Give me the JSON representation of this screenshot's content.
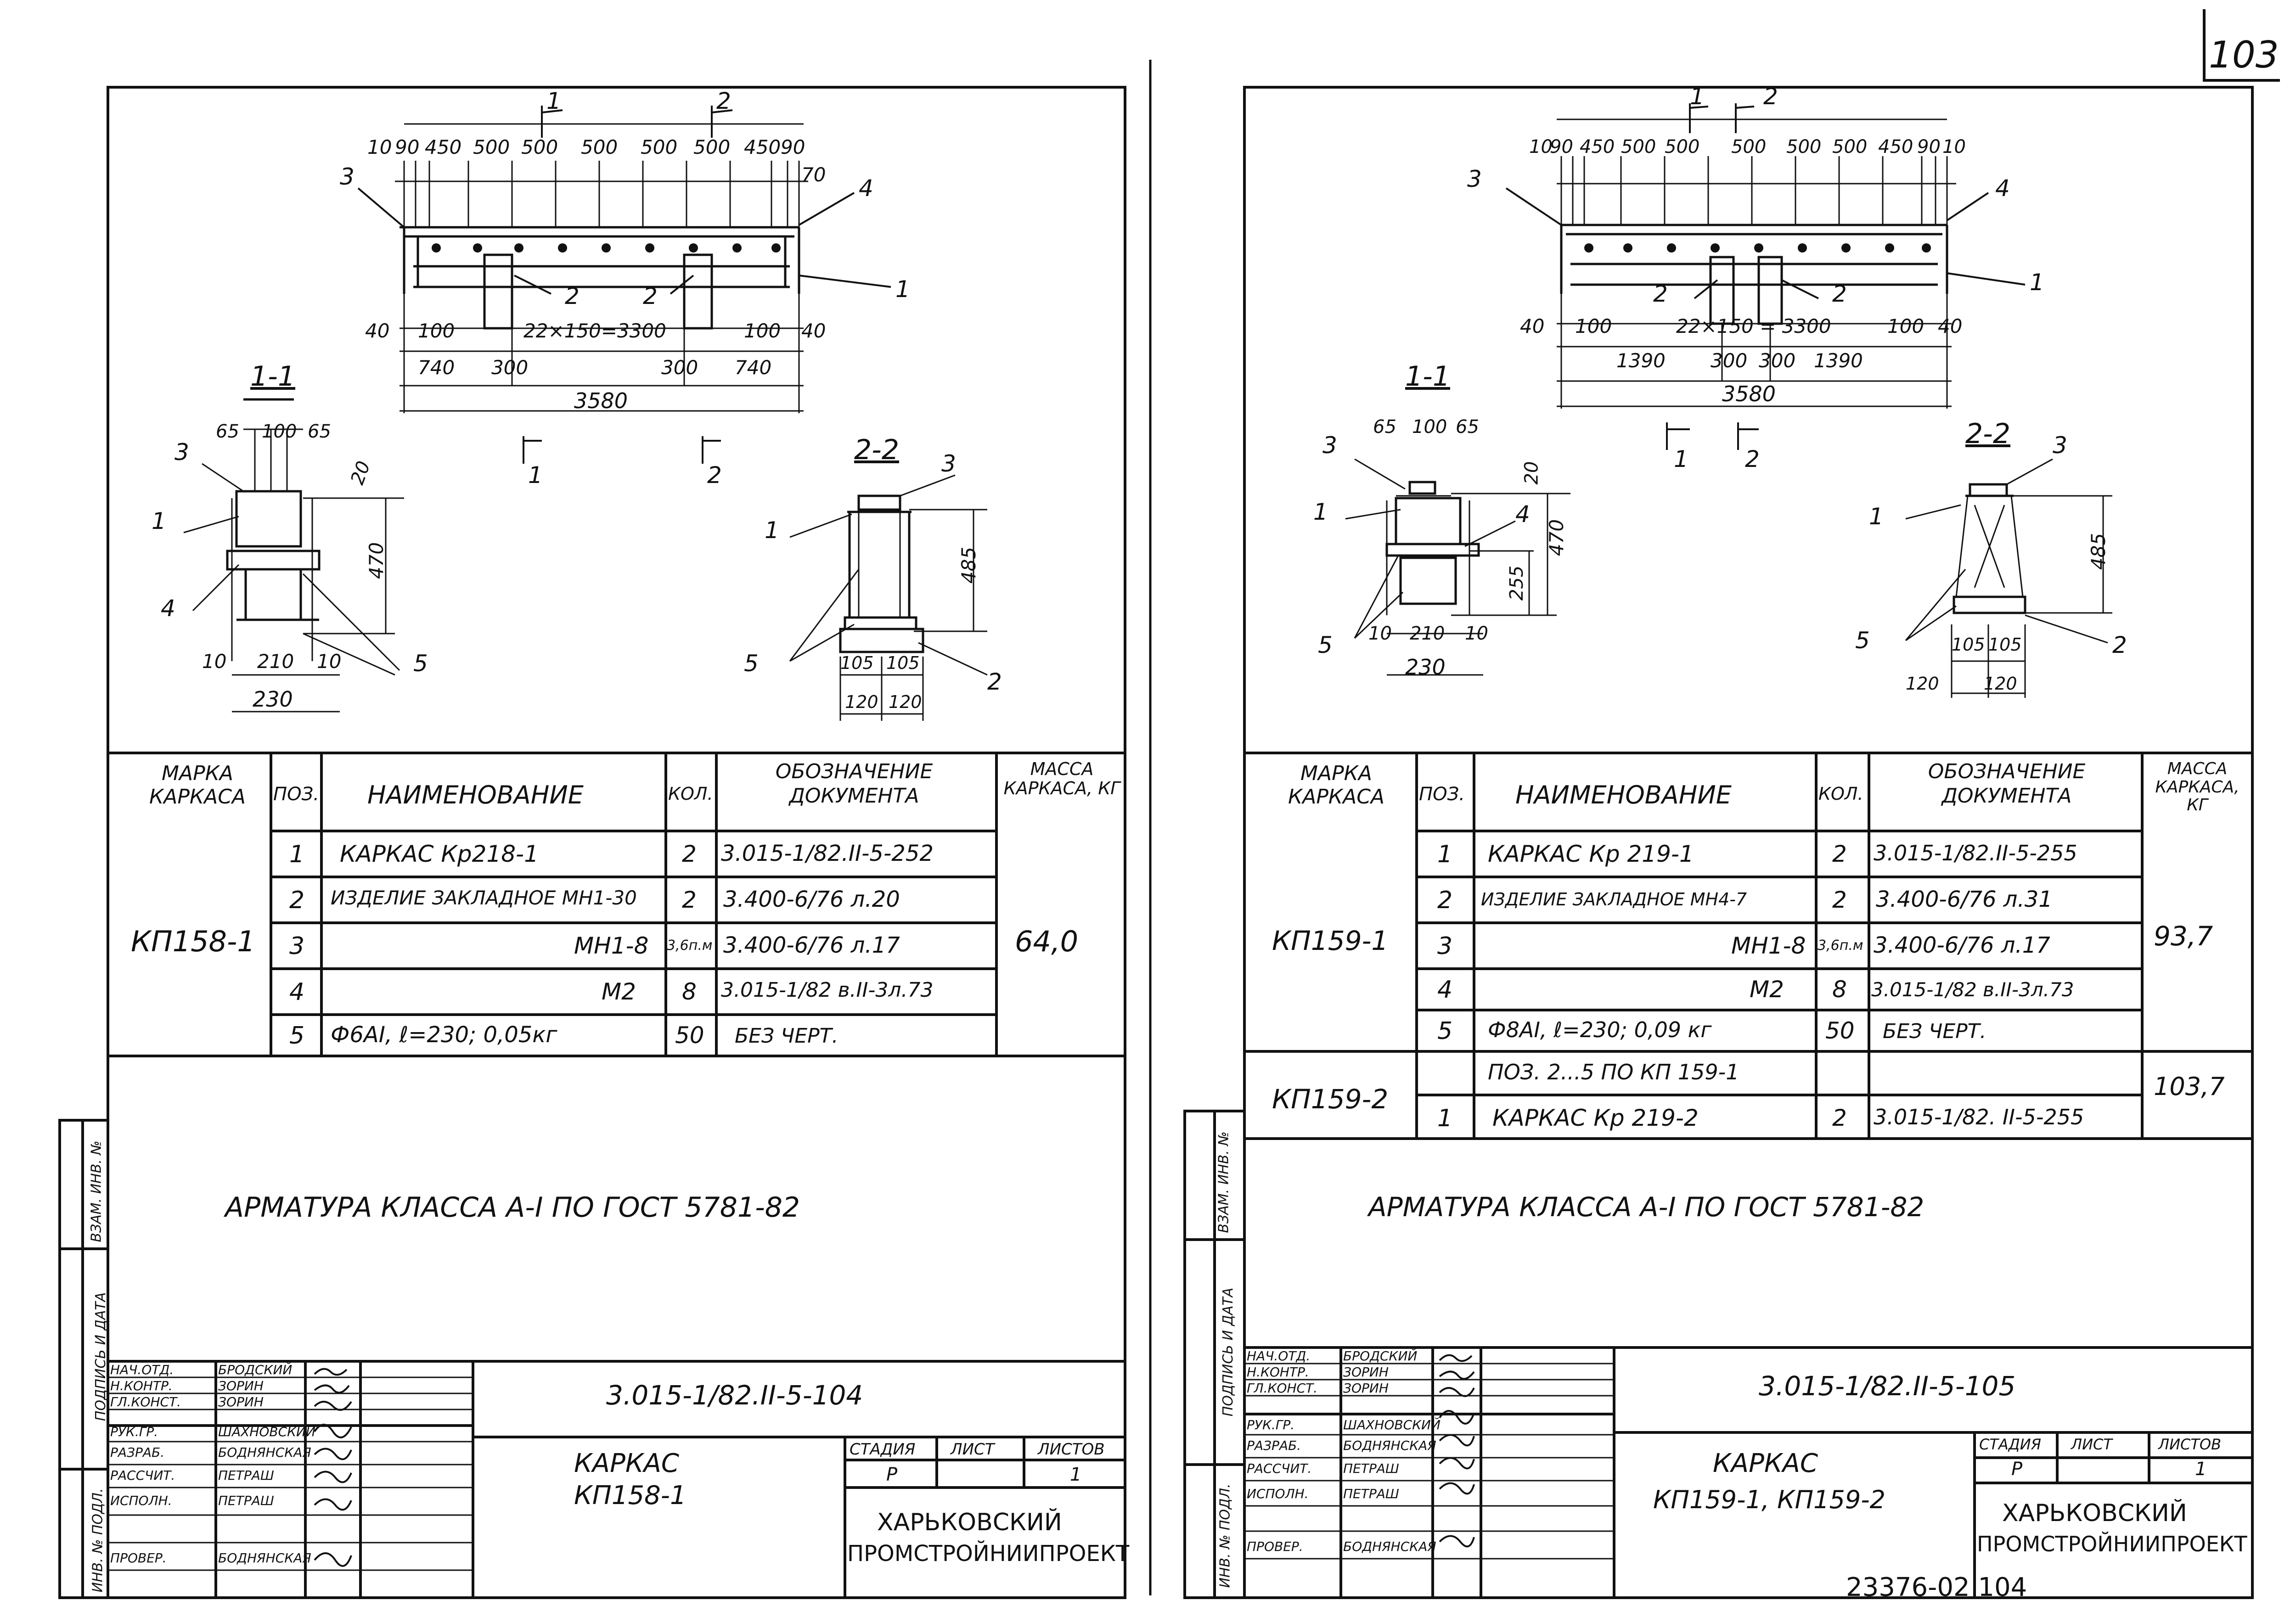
{
  "page_number": "103",
  "footer_code": "23376-02 104",
  "sheets": [
    {
      "id": "left",
      "dims": {
        "top": [
          "10",
          "90",
          "450",
          "500",
          "500",
          "500",
          "500",
          "500",
          "450",
          "90"
        ],
        "top_right": "70",
        "bottom": [
          "40",
          "100",
          "22×150=3300",
          "100",
          "40"
        ],
        "bottom2": [
          "740",
          "300",
          "300",
          "740"
        ],
        "total": "3580",
        "cut1": "1",
        "cut2": "2",
        "callouts": [
          "3",
          "4",
          "1",
          "2",
          "2"
        ]
      },
      "section11": {
        "title": "1-1",
        "dims": [
          "65",
          "100",
          "65",
          "20",
          "470",
          "10",
          "210",
          "10",
          "230"
        ],
        "callouts": [
          "3",
          "1",
          "4",
          "5"
        ]
      },
      "section22": {
        "title": "2-2",
        "dims": [
          "485",
          "105",
          "105",
          "120",
          "120"
        ],
        "callouts": [
          "3",
          "1",
          "5",
          "2"
        ]
      },
      "table": {
        "head": {
          "marka": "МАРКА КАРКАСА",
          "poz": "ПОЗ.",
          "name": "НАИМЕНОВАНИЕ",
          "kol": "КОЛ.",
          "doc": "ОБОЗНАЧЕНИЕ ДОКУМЕНТА",
          "mass": "МАССА КАРКАСА, КГ"
        },
        "marka": "КП158-1",
        "mass": "64,0",
        "rows": [
          {
            "poz": "1",
            "name": "КАРКАС Кр218-1",
            "kol": "2",
            "doc": "3.015-1/82.II-5-252"
          },
          {
            "poz": "2",
            "name": "ИЗДЕЛИЕ ЗАКЛАДНОЕ МН1-30",
            "kol": "2",
            "doc": "3.400-6/76  л.20"
          },
          {
            "poz": "3",
            "name": "МН1-8",
            "kol": "3,6п.м",
            "doc": "3.400-6/76  л.17"
          },
          {
            "poz": "4",
            "name": "М2",
            "kol": "8",
            "doc": "3.015-1/82 в.II-3л.73"
          },
          {
            "poz": "5",
            "name": "Ф6АI, ℓ=230; 0,05кг",
            "kol": "50",
            "doc": "БЕЗ ЧЕРТ."
          }
        ]
      },
      "note": "АРМАТУРА КЛАССА А-I ПО ГОСТ 5781-82",
      "side_stamp": [
        "ИНВ. № ПОДЛ.",
        "ПОДПИСЬ И ДАТА",
        "ВЗАМ. ИНВ. №"
      ],
      "title_block": {
        "code": "3.015-1/82.II-5-104",
        "title": [
          "КАРКАС",
          "КП158-1"
        ],
        "roles": [
          "НАЧ.ОТД.",
          "Н.КОНТР.",
          "ГЛ.КОНСТ.",
          "РУК.ГР.",
          "РАЗРАБ.",
          "РАССЧИТ.",
          "ИСПОЛН.",
          "ПРОВЕР."
        ],
        "names": [
          "БРОДСКИЙ",
          "ЗОРИН",
          "ЗОРИН",
          "ШАХНОВСКИЙ",
          "БОДНЯНСКАЯ",
          "ПЕТРАШ",
          "ПЕТРАШ",
          "БОДНЯНСКАЯ"
        ],
        "stage_head": [
          "СТАДИЯ",
          "ЛИСТ",
          "ЛИСТОВ"
        ],
        "stage_vals": [
          "Р",
          "",
          "1"
        ],
        "org": [
          "ХАРЬКОВСКИЙ",
          "ПРОМСТРОЙНИИПРОЕКТ"
        ]
      }
    },
    {
      "id": "right",
      "dims": {
        "top": [
          "10",
          "90",
          "450",
          "500",
          "500",
          "500",
          "500",
          "500",
          "450",
          "90",
          "10"
        ],
        "cut1": "1",
        "cut2": "2",
        "bottom": [
          "40",
          "100",
          "22×150 = 3300",
          "100",
          "40"
        ],
        "bottom2": [
          "1390",
          "300",
          "300",
          "1390"
        ],
        "total": "3580",
        "callouts": [
          "3",
          "4",
          "1",
          "2",
          "2"
        ]
      },
      "section11": {
        "title": "1-1",
        "dims": [
          "65",
          "100",
          "65",
          "20",
          "470",
          "255",
          "10",
          "210",
          "10",
          "230"
        ],
        "callouts": [
          "3",
          "1",
          "4",
          "5"
        ]
      },
      "section22": {
        "title": "2-2",
        "dims": [
          "485",
          "105",
          "105",
          "120",
          "120"
        ],
        "callouts": [
          "3",
          "1",
          "5",
          "2"
        ]
      },
      "table": {
        "head": {
          "marka": "МАРКА КАРКАСА",
          "poz": "ПОЗ.",
          "name": "НАИМЕНОВАНИЕ",
          "kol": "КОЛ.",
          "doc": "ОБОЗНАЧЕНИЕ ДОКУМЕНТА",
          "mass": "МАССА КАРКАСА, КГ"
        },
        "marka1": "КП159-1",
        "mass1": "93,7",
        "rows": [
          {
            "poz": "1",
            "name": "КАРКАС  Кр 219-1",
            "kol": "2",
            "doc": "3.015-1/82.II-5-255"
          },
          {
            "poz": "2",
            "name": "ИЗДЕЛИЕ ЗАКЛАДНОЕ МН4-7",
            "kol": "2",
            "doc": "3.400-6/76  л.31"
          },
          {
            "poz": "3",
            "name": "МН1-8",
            "kol": "3,6п.м",
            "doc": "3.400-6/76  л.17"
          },
          {
            "poz": "4",
            "name": "М2",
            "kol": "8",
            "doc": "3.015-1/82 в.II-3л.73"
          },
          {
            "poz": "5",
            "name": "Ф8АI, ℓ=230; 0,09 кг",
            "kol": "50",
            "doc": "БЕЗ ЧЕРТ."
          }
        ],
        "marka2": "КП159-2",
        "mass2": "103,7",
        "rows2": [
          {
            "poz": "",
            "name": "ПОЗ. 2...5 ПО КП 159-1",
            "kol": "",
            "doc": ""
          },
          {
            "poz": "1",
            "name": "КАРКАС Кр 219-2",
            "kol": "2",
            "doc": "3.015-1/82. II-5-255"
          }
        ]
      },
      "note": "АРМАТУРА КЛАССА А-I ПО ГОСТ 5781-82",
      "side_stamp": [
        "ИНВ. № ПОДЛ.",
        "ПОДПИСЬ И ДАТА",
        "ВЗАМ. ИНВ. №"
      ],
      "title_block": {
        "code": "3.015-1/82.II-5-105",
        "title": [
          "КАРКАС",
          "КП159-1, КП159-2"
        ],
        "roles": [
          "НАЧ.ОТД.",
          "Н.КОНТР.",
          "ГЛ.КОНСТ.",
          "РУК.ГР.",
          "РАЗРАБ.",
          "РАССЧИТ.",
          "ИСПОЛН.",
          "ПРОВЕР."
        ],
        "names": [
          "БРОДСКИЙ",
          "ЗОРИН",
          "ЗОРИН",
          "ШАХНОВСКИЙ",
          "БОДНЯНСКАЯ",
          "ПЕТРАШ",
          "ПЕТРАШ",
          "БОДНЯНСКАЯ"
        ],
        "stage_head": [
          "СТАДИЯ",
          "ЛИСТ",
          "ЛИСТОВ"
        ],
        "stage_vals": [
          "Р",
          "",
          "1"
        ],
        "org": [
          "ХАРЬКОВСКИЙ",
          "ПРОМСТРОЙНИИПРОЕКТ"
        ]
      }
    }
  ]
}
